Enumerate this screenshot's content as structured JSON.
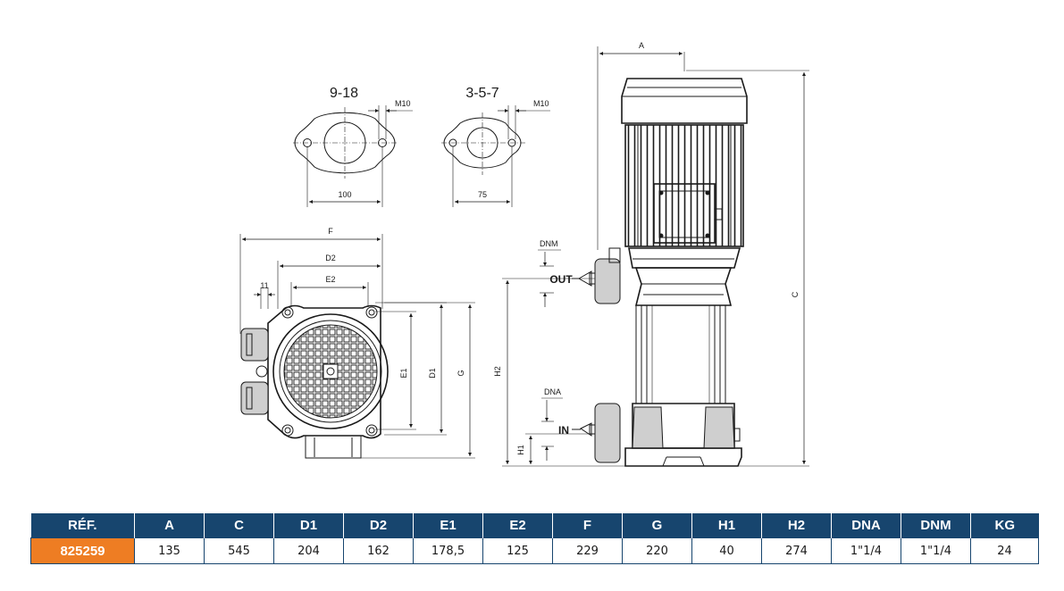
{
  "flanges": {
    "left": {
      "title": "9-18",
      "thread": "M10",
      "spacing": "100"
    },
    "right": {
      "title": "3-5-7",
      "thread": "M10",
      "spacing": "75"
    }
  },
  "top_view": {
    "dim_f": "F",
    "dim_d2": "D2",
    "dim_e2": "E2",
    "dim_11": "11",
    "dim_e1": "E1",
    "dim_d1": "D1",
    "dim_g": "G"
  },
  "side_view": {
    "dim_a": "A",
    "dim_c": "C",
    "dim_h1": "H1",
    "dim_h2": "H2",
    "dnm": "DNM",
    "dna": "DNA",
    "out_label": "OUT",
    "in_label": "IN"
  },
  "spec_table": {
    "headers": [
      "RÉF.",
      "A",
      "C",
      "D1",
      "D2",
      "E1",
      "E2",
      "F",
      "G",
      "H1",
      "H2",
      "DNA",
      "DNM",
      "KG"
    ],
    "row": [
      "825259",
      "135",
      "545",
      "204",
      "162",
      "178,5",
      "125",
      "229",
      "220",
      "40",
      "274",
      "1\"1/4",
      "1\"1/4",
      "24"
    ]
  },
  "colors": {
    "header_bg": "#17456e",
    "ref_bg": "#ee7d23",
    "line": "#1a1a1a"
  }
}
